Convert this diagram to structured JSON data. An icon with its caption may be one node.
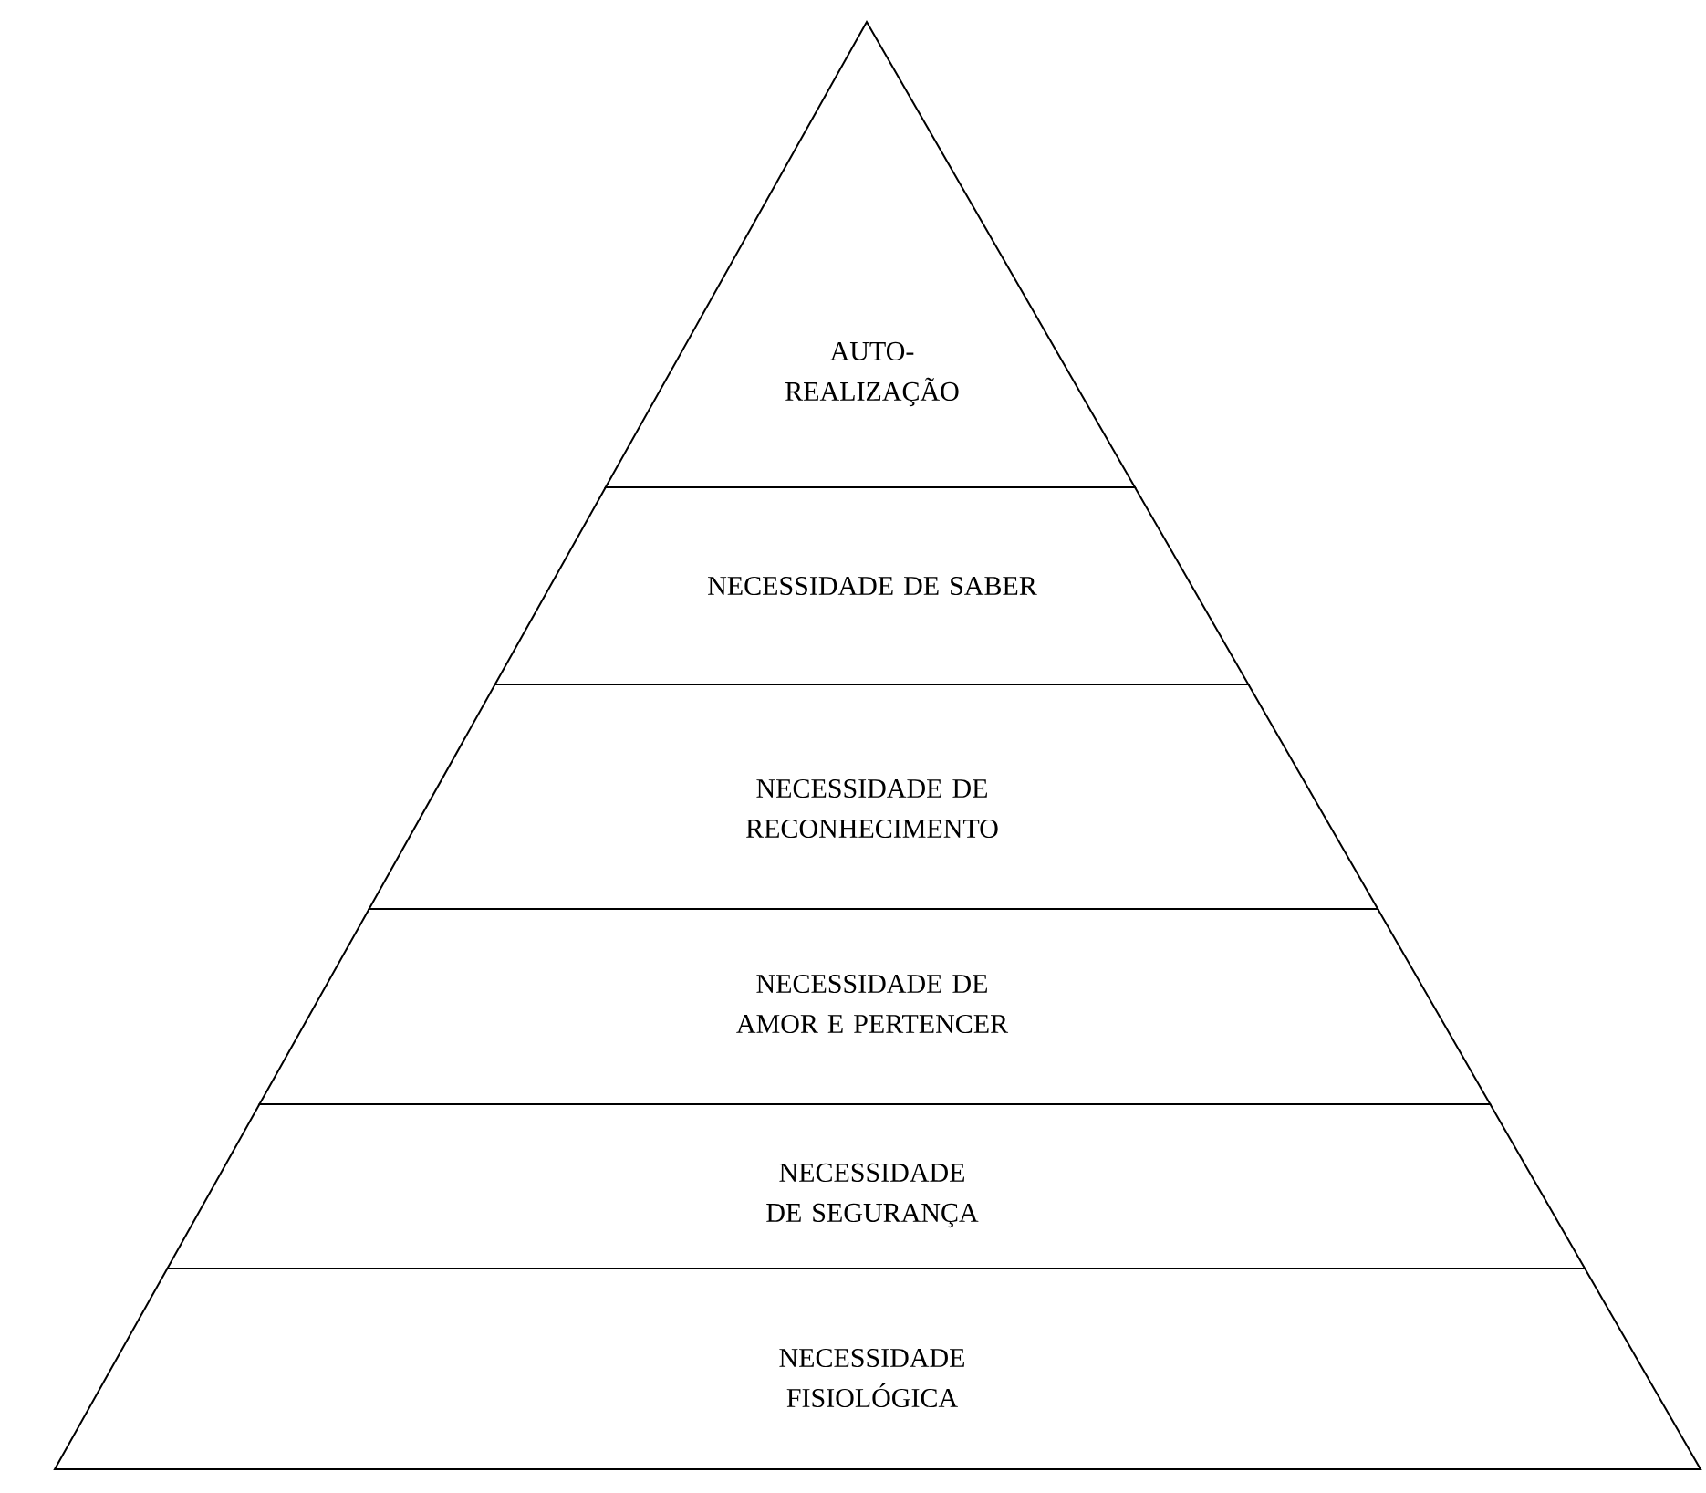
{
  "diagram": {
    "nodes": [
      {
        "text": [
          "AUTO- REALIZAÇÃO"
        ]
      },
      {
        "text": [
          "NECESSIDADE DE SABER"
        ]
      },
      {
        "text": [
          "NECESSIDADE DE RECONHECIMENTO"
        ]
      },
      {
        "text": [
          "NECESSIDADE DE AMOR E PERTENCER"
        ]
      },
      {
        "text": [
          "NECESSIDADE DE SEGURANÇA"
        ]
      },
      {
        "text": [
          "NECESSIDADE FISIOLÓGICA"
        ]
      }
    ]
  }
}
